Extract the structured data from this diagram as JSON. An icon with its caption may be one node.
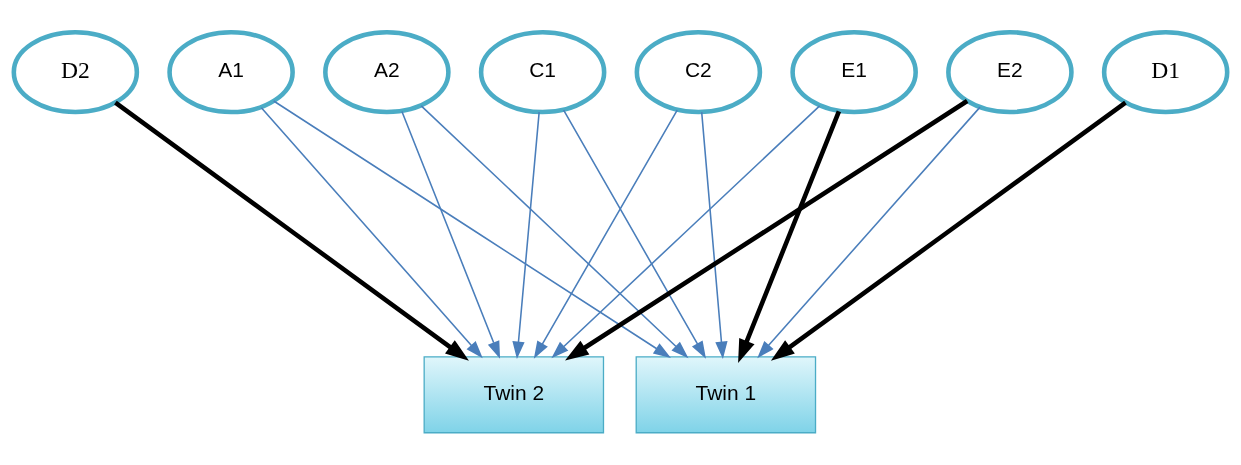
{
  "diagram": {
    "nodes": [
      {
        "text": [
          "A1"
        ]
      },
      {
        "text": [
          "A2"
        ]
      },
      {
        "text": [
          "C1"
        ]
      },
      {
        "text": [
          "C2"
        ]
      },
      {
        "text": [
          "E1"
        ]
      },
      {
        "text": [
          "E2"
        ]
      },
      {
        "text": [
          "D1"
        ]
      },
      {
        "text": [
          "D2"
        ]
      },
      {
        "text": [
          "Twin 2"
        ]
      },
      {
        "text": [
          "Twin 1"
        ]
      }
    ],
    "edges": [
      {
        "from": 0,
        "to": 8,
        "arrow": "to"
      },
      {
        "from": 0,
        "to": 9,
        "arrow": "to"
      },
      {
        "from": 1,
        "to": 8,
        "arrow": "to"
      },
      {
        "from": 1,
        "to": 9,
        "arrow": "to"
      },
      {
        "from": 2,
        "to": 8,
        "arrow": "to"
      },
      {
        "from": 2,
        "to": 9,
        "arrow": "to"
      },
      {
        "from": 3,
        "to": 8,
        "arrow": "to"
      },
      {
        "from": 3,
        "to": 9,
        "arrow": "to"
      },
      {
        "from": 4,
        "to": 8,
        "arrow": "to"
      },
      {
        "from": 4,
        "to": 9,
        "arrow": "to",
        "style": "thick",
        "color": "#000000"
      },
      {
        "from": 5,
        "to": 8,
        "arrow": "to",
        "style": "thick",
        "color": "#000000"
      },
      {
        "from": 5,
        "to": 9,
        "arrow": "to"
      },
      {
        "from": 6,
        "to": 9,
        "arrow": "to",
        "style": "thick",
        "color": "#000000"
      },
      {
        "from": 7,
        "to": 8,
        "arrow": "to",
        "style": "thick",
        "color": "#000000"
      }
    ]
  }
}
